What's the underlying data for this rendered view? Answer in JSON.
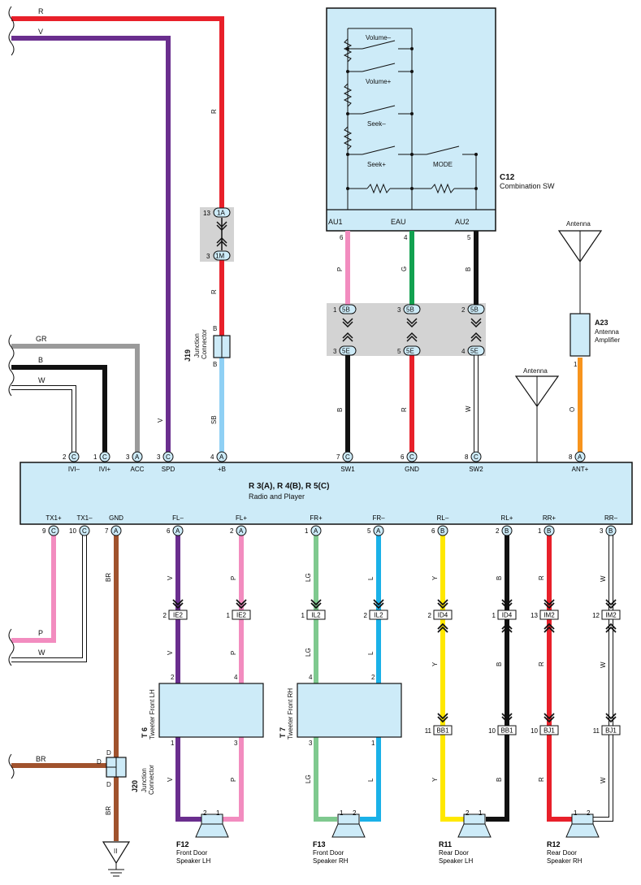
{
  "radio": {
    "code": "R 3(A), R 4(B), R 5(C)",
    "name": "Radio and Player"
  },
  "combo_switch": {
    "code": "C12",
    "name": "Combination SW",
    "switches": [
      "Volume–",
      "Volume+",
      "Seek–",
      "Seek+",
      "MODE"
    ],
    "terminals": [
      "AU1",
      "EAU",
      "AU2"
    ],
    "pins": [
      "6",
      "4",
      "5"
    ]
  },
  "antenna": {
    "label": "Antenna",
    "amp_code": "A23",
    "amp_line1": "Antenna",
    "amp_line2": "Amplifier",
    "pin": "1"
  },
  "antenna2": {
    "label": "Antenna"
  },
  "junction_j19": {
    "code": "J19",
    "line1": "Junction",
    "line2": "Connector",
    "pin_top": "B",
    "pin_bottom": "B"
  },
  "junction_j20": {
    "code": "J20",
    "line1": "Junction",
    "line2": "Connector",
    "pin_top": "D",
    "pin_left": "D",
    "pin_bottom": "D"
  },
  "top_left_wires": {
    "r": "R",
    "v": "V"
  },
  "left_wires": {
    "gr": "GR",
    "b": "B",
    "w": "W",
    "p": "P",
    "w2": "W",
    "br": "BR"
  },
  "top_pins": [
    {
      "num": "2",
      "letter": "C",
      "label": "IVI–"
    },
    {
      "num": "1",
      "letter": "C",
      "label": "IVI+"
    },
    {
      "num": "3",
      "letter": "A",
      "label": "ACC"
    },
    {
      "num": "3",
      "letter": "C",
      "label": "SPD"
    },
    {
      "num": "4",
      "letter": "A",
      "label": "+B"
    },
    {
      "num": "7",
      "letter": "C",
      "label": "SW1"
    },
    {
      "num": "6",
      "letter": "C",
      "label": "GND"
    },
    {
      "num": "8",
      "letter": "C",
      "label": "SW2"
    },
    {
      "num": "8",
      "letter": "A",
      "label": "ANT+"
    }
  ],
  "bottom_pins": [
    {
      "num": "9",
      "letter": "C",
      "label": "TX1+"
    },
    {
      "num": "10",
      "letter": "C",
      "label": "TX1–"
    },
    {
      "num": "7",
      "letter": "A",
      "label": "GND"
    },
    {
      "num": "6",
      "letter": "A",
      "label": "FL–"
    },
    {
      "num": "2",
      "letter": "A",
      "label": "FL+"
    },
    {
      "num": "1",
      "letter": "A",
      "label": "FR+"
    },
    {
      "num": "5",
      "letter": "A",
      "label": "FR–"
    },
    {
      "num": "6",
      "letter": "B",
      "label": "RL–"
    },
    {
      "num": "2",
      "letter": "B",
      "label": "RL+"
    },
    {
      "num": "1",
      "letter": "B",
      "label": "RR+"
    },
    {
      "num": "3",
      "letter": "B",
      "label": "RR–"
    }
  ],
  "wire_colors": {
    "r_top": "R",
    "r_mid": "R",
    "b_j19": "B",
    "sb": "SB",
    "v_spd": "V",
    "p_au1": "P",
    "g_eau": "G",
    "b_au2": "B",
    "b_sw1": "B",
    "r_gnd": "R",
    "w_sw2": "W",
    "o_ant": "O",
    "br1": "BR",
    "br2": "BR",
    "v1": "V",
    "p1": "P",
    "v2": "V",
    "p2": "P",
    "v3": "V",
    "p3": "P",
    "lg1": "LG",
    "l1": "L",
    "lg2": "LG",
    "l2": "L",
    "lg3": "LG",
    "l3": "L",
    "y1": "Y",
    "b1": "B",
    "y2": "Y",
    "b2": "B",
    "y3": "Y",
    "b3": "B",
    "r1": "R",
    "w1": "W",
    "r2": "R",
    "w2": "W",
    "r3": "R",
    "w3": "W"
  },
  "junction_1": {
    "a_num": "13",
    "a": "1A",
    "b_num": "3",
    "b": "1M"
  },
  "junction_5": [
    {
      "a_num": "1",
      "a": "5B",
      "b_num": "3",
      "b": "5E"
    },
    {
      "a_num": "3",
      "a": "5B",
      "b_num": "5",
      "b": "5E"
    },
    {
      "a_num": "2",
      "a": "5B",
      "b_num": "4",
      "b": "5E"
    }
  ],
  "inline_connectors": [
    {
      "num": "2",
      "code": "IE2"
    },
    {
      "num": "1",
      "code": "IE2"
    },
    {
      "num": "1",
      "code": "IL2"
    },
    {
      "num": "2",
      "code": "IL2"
    },
    {
      "num": "2",
      "code": "ID4"
    },
    {
      "num": "1",
      "code": "ID4"
    },
    {
      "num": "13",
      "code": "IM2"
    },
    {
      "num": "12",
      "code": "IM2"
    }
  ],
  "rear_connectors": [
    {
      "num": "11",
      "code": "BB1"
    },
    {
      "num": "10",
      "code": "BB1"
    },
    {
      "num": "10",
      "code": "BJ1"
    },
    {
      "num": "11",
      "code": "BJ1"
    }
  ],
  "tweeters": [
    {
      "code": "T 6",
      "name": "Tweeter Front LH",
      "pins": [
        "2",
        "4",
        "1",
        "3"
      ]
    },
    {
      "code": "T 7",
      "name": "Tweeter Front RH",
      "pins": [
        "4",
        "2",
        "3",
        "1"
      ]
    }
  ],
  "speakers": [
    {
      "code": "F12",
      "line1": "Front Door",
      "line2": "Speaker LH",
      "p1": "2",
      "p2": "1"
    },
    {
      "code": "F13",
      "line1": "Front Door",
      "line2": "Speaker RH",
      "p1": "1",
      "p2": "2"
    },
    {
      "code": "R11",
      "line1": "Rear Door",
      "line2": "Speaker LH",
      "p1": "2",
      "p2": "1"
    },
    {
      "code": "R12",
      "line1": "Rear Door",
      "line2": "Speaker RH",
      "p1": "1",
      "p2": "2"
    }
  ],
  "colors": {
    "R": "#e8202a",
    "V": "#6a2e8e",
    "B": "#111111",
    "G": "#12a150",
    "P": "#f28cbf",
    "SB": "#8fd0f4",
    "O": "#f7941d",
    "GR": "#9a9a9a",
    "W": "#ffffff",
    "BR": "#a0522d",
    "LG": "#7fc98f",
    "L": "#1ab1e8",
    "Y": "#ffe800",
    "box": "#cdebf8",
    "grey": "#d3d3d3"
  }
}
